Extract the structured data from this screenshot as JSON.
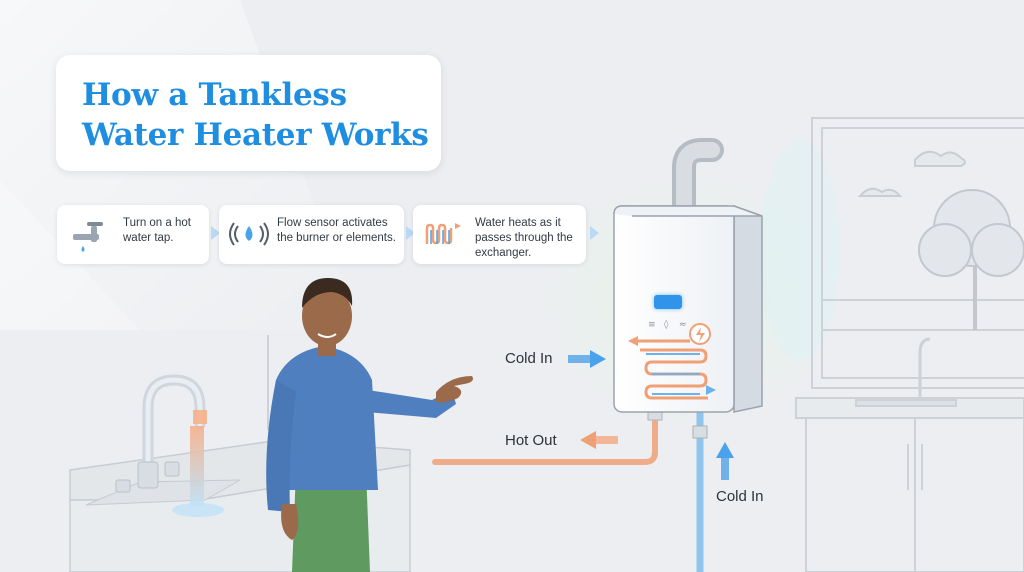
{
  "title": "How a Tankless Water Heater Works",
  "steps": [
    {
      "text": "Turn on a hot water tap.",
      "icon": "faucet-icon"
    },
    {
      "text": "Flow sensor activates the burner or elements.",
      "icon": "flow-sensor-icon"
    },
    {
      "text": "Water heats as it passes through the exchanger.",
      "icon": "heat-exchanger-icon"
    }
  ],
  "labels": {
    "cold_in_top": "Cold In",
    "hot_out": "Hot Out",
    "cold_in_bottom": "Cold In"
  },
  "colors": {
    "title": "#1f8ee0",
    "cold": "#4aa3ea",
    "hot": "#f0a076",
    "shirt": "#4f7fbf",
    "pants": "#5f9a60",
    "skin": "#9a6a4a"
  }
}
